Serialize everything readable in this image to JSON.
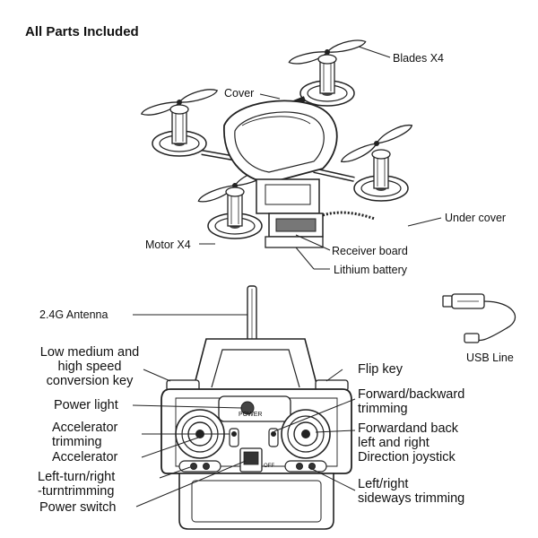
{
  "title": "All Parts Included",
  "drone_labels": {
    "blades": "Blades X4",
    "cover": "Cover",
    "under_cover": "Under cover",
    "motor": "Motor X4",
    "receiver_board": "Receiver board",
    "lithium_battery": "Lithium battery"
  },
  "usb_label": "USB Line",
  "antenna_label": "2.4G Antenna",
  "remote_labels_left": {
    "speed_line1": "Low medium and",
    "speed_line2": "high speed",
    "speed_line3": "conversion key",
    "power_light": "Power light",
    "acc_trim_line1": "Accelerator",
    "acc_trim_line2": "trimming",
    "accelerator": "Accelerator",
    "turn_trim_line1": "Left-turn/right",
    "turn_trim_line2": "-turntrimming",
    "power_switch": "Power switch"
  },
  "remote_labels_right": {
    "flip_key": "Flip key",
    "fb_trim_line1": "Forward/backward",
    "fb_trim_line2": "trimming",
    "joy_line1": "Forwardand back",
    "joy_line2": "left and right",
    "joy_line3": "Direction joystick",
    "side_trim_line1": "Left/right",
    "side_trim_line2": "sideways trimming"
  },
  "device_text": {
    "power": "POWER",
    "off": "OFF"
  }
}
